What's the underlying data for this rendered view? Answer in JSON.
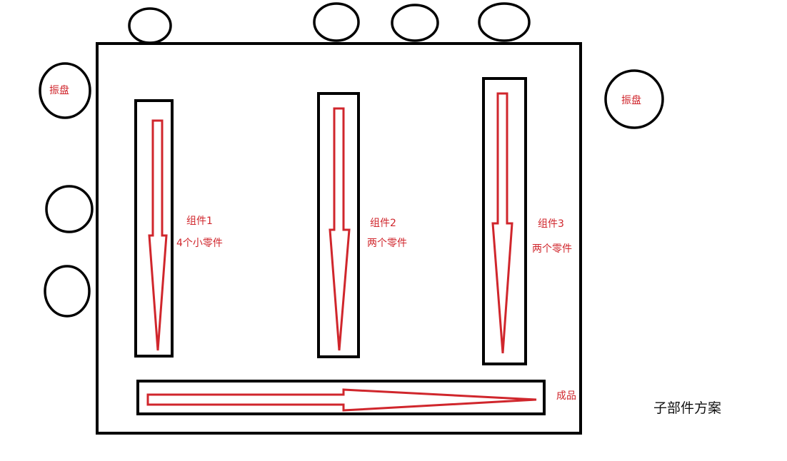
{
  "feeder_label": "振盘",
  "components": [
    {
      "name": "组件1",
      "parts": "4个小零件"
    },
    {
      "name": "组件2",
      "parts": "两个零件"
    },
    {
      "name": "组件3",
      "parts": "两个零件"
    }
  ],
  "output_label": "成品",
  "caption": "子部件方案",
  "colors": {
    "outline": "#000000",
    "arrow": "#d0262c",
    "label": "#d0262c"
  }
}
